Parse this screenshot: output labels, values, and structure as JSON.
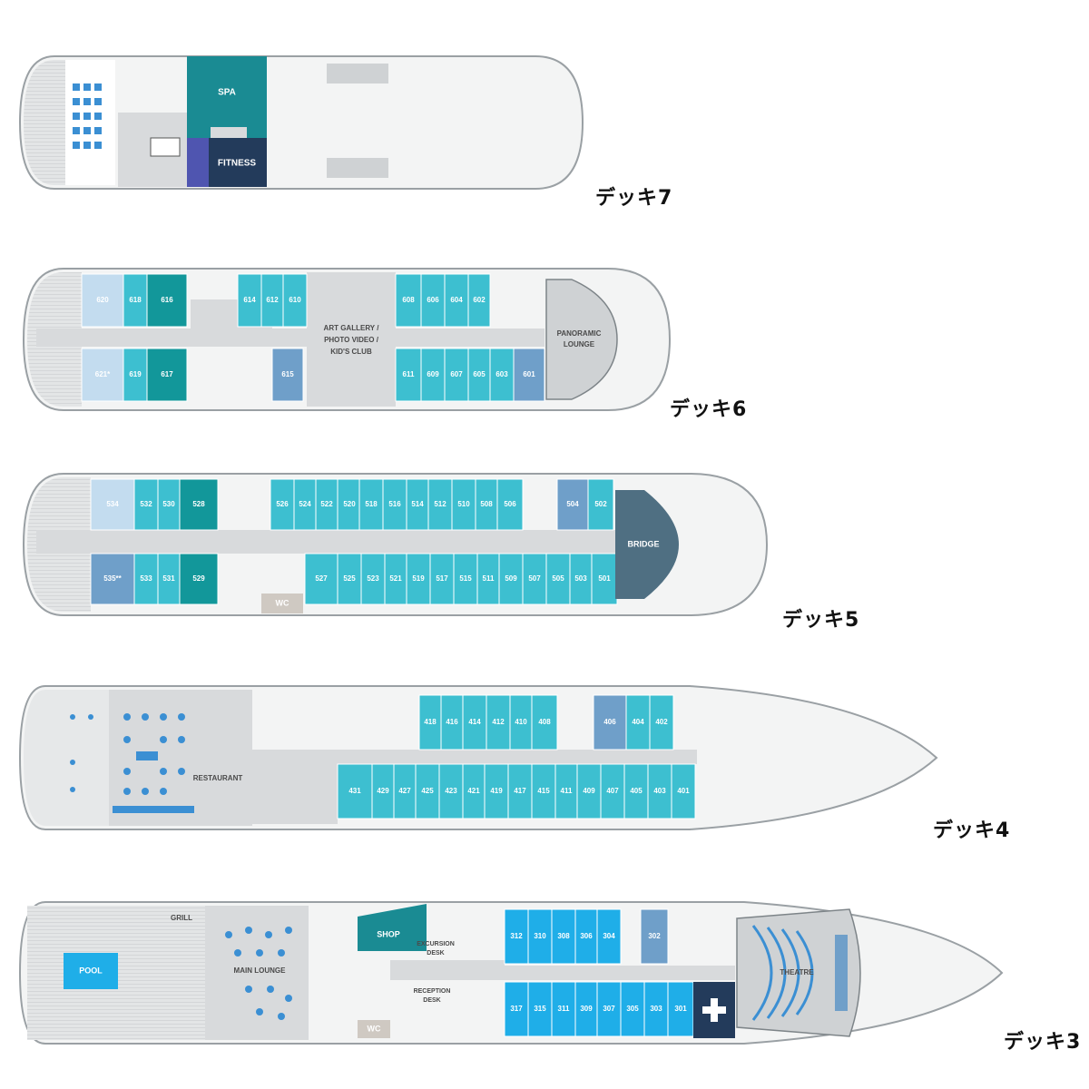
{
  "decks": [
    {
      "id": "deck7",
      "label": "デッキ7",
      "areas": {
        "spa": "SPA",
        "fitness": "FITNESS"
      }
    },
    {
      "id": "deck6",
      "label": "デッキ6",
      "cabins_top": [
        "620",
        "618",
        "616",
        "614",
        "612",
        "610",
        "608",
        "606",
        "604",
        "602"
      ],
      "cabins_bottom": [
        "621*",
        "619",
        "617",
        "615",
        "611",
        "609",
        "607",
        "605",
        "603",
        "601"
      ],
      "areas": {
        "art_gallery_line1": "ART GALLERY /",
        "art_gallery_line2": "PHOTO VIDEO /",
        "art_gallery_line3": "KID'S CLUB",
        "panoramic_line1": "PANORAMIC",
        "panoramic_line2": "LOUNGE"
      }
    },
    {
      "id": "deck5",
      "label": "デッキ5",
      "cabins_top": [
        "534",
        "532",
        "530",
        "528",
        "526",
        "524",
        "522",
        "520",
        "518",
        "516",
        "514",
        "512",
        "510",
        "508",
        "506",
        "504",
        "502"
      ],
      "cabins_bottom": [
        "535**",
        "533",
        "531",
        "529",
        "527",
        "525",
        "523",
        "521",
        "519",
        "517",
        "515",
        "511",
        "509",
        "507",
        "505",
        "503",
        "501"
      ],
      "areas": {
        "bridge": "BRIDGE",
        "wc": "WC"
      }
    },
    {
      "id": "deck4",
      "label": "デッキ4",
      "cabins_top": [
        "418",
        "416",
        "414",
        "412",
        "410",
        "408",
        "406",
        "404",
        "402"
      ],
      "cabins_bottom": [
        "431",
        "429",
        "427",
        "425",
        "423",
        "421",
        "419",
        "417",
        "415",
        "411",
        "409",
        "407",
        "405",
        "403",
        "401"
      ],
      "areas": {
        "restaurant": "RESTAURANT"
      }
    },
    {
      "id": "deck3",
      "label": "デッキ3",
      "cabins_top": [
        "312",
        "310",
        "308",
        "306",
        "304",
        "302"
      ],
      "cabins_bottom": [
        "317",
        "315",
        "311",
        "309",
        "307",
        "305",
        "303",
        "301"
      ],
      "areas": {
        "pool": "POOL",
        "grill": "GRILL",
        "main_lounge": "MAIN LOUNGE",
        "shop": "SHOP",
        "excursion_line1": "EXCURSION",
        "excursion_line2": "DESK",
        "reception_line1": "RECEPTION",
        "reception_line2": "DESK",
        "theatre": "THEATRE",
        "wc": "WC"
      }
    }
  ],
  "colors": {
    "cabin": "#3dbfd0",
    "cabin_dark": "#12979a",
    "suite": "#6f9fc9",
    "teal": "#1a8b93",
    "navy": "#233b5b",
    "corridor": "#d8dadc",
    "hull": "#f3f4f4",
    "bright_blue": "#1faee8"
  }
}
